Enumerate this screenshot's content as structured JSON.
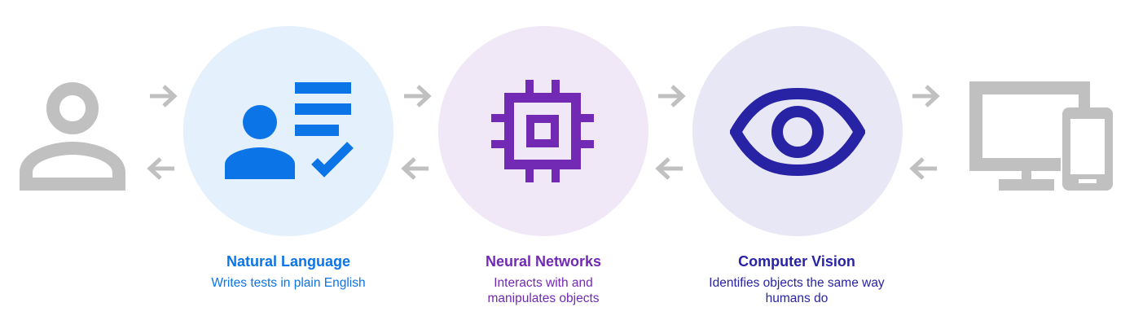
{
  "colors": {
    "gray": "#c0c0c0",
    "blue": "#0b74e6",
    "purple": "#7229b3",
    "indigo": "#2823a5",
    "circle_blue": "#e4f0fc",
    "circle_purple": "#f1e8f7",
    "circle_indigo": "#e8e7f5"
  },
  "icons": {
    "user": "user-icon",
    "natural_language": "user-checklist-icon",
    "neural_networks": "cpu-chip-icon",
    "computer_vision": "eye-icon",
    "devices": "monitor-phone-icon"
  },
  "stages": [
    {
      "title": "Natural Language",
      "description": "Writes tests in plain English"
    },
    {
      "title": "Neural Networks",
      "description": "Interacts with and manipulates objects"
    },
    {
      "title": "Computer Vision",
      "description": "Identifies objects the same way humans do"
    }
  ]
}
